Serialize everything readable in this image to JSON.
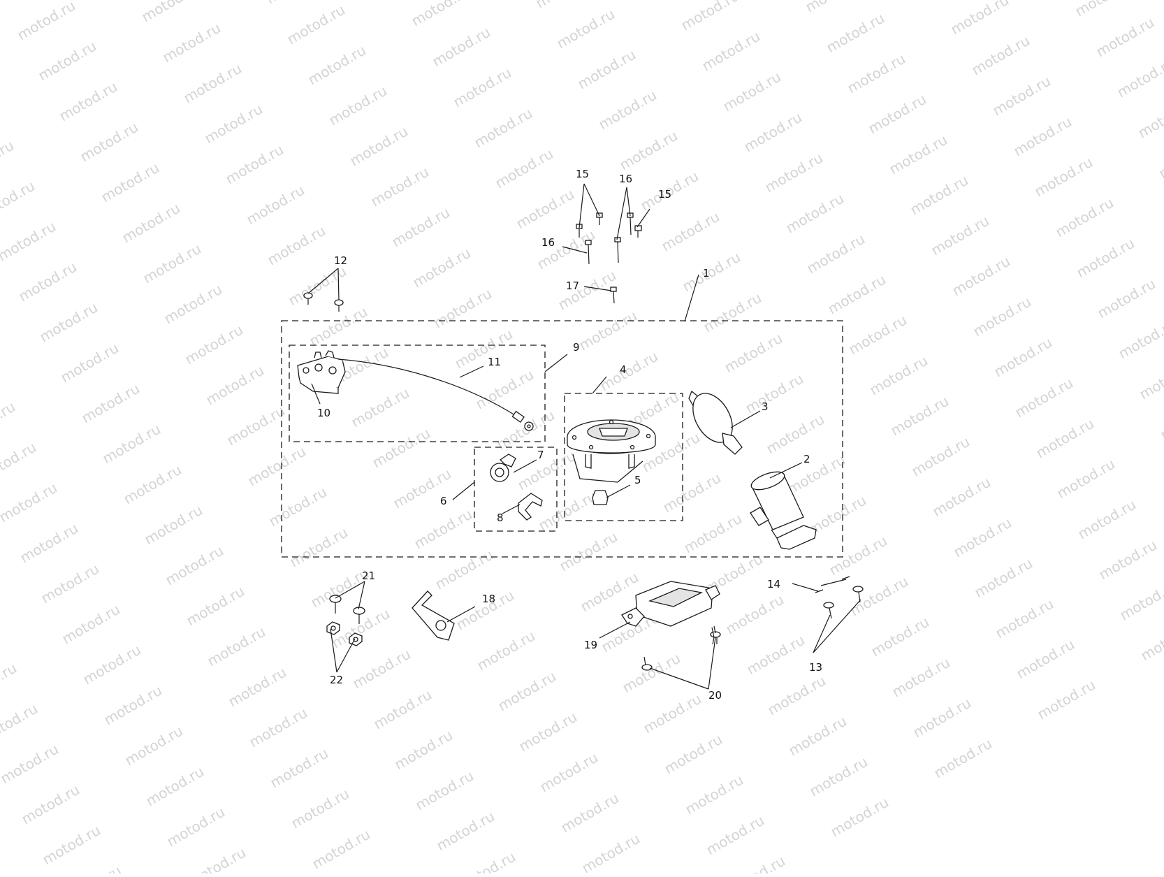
{
  "watermark": {
    "text": "motod.ru",
    "color": "#d4d4d4"
  },
  "colors": {
    "line": "#1a1a1a",
    "background": "#ffffff",
    "part_fill": "#ffffff"
  },
  "callouts": {
    "c1": "1",
    "c2": "2",
    "c3": "3",
    "c4": "4",
    "c5": "5",
    "c6": "6",
    "c7": "7",
    "c8": "8",
    "c9": "9",
    "c10": "10",
    "c11": "11",
    "c12": "12",
    "c13": "13",
    "c14": "14",
    "c15a": "15",
    "c15b": "15",
    "c16a": "16",
    "c16b": "16",
    "c17": "17",
    "c18": "18",
    "c19": "19",
    "c20": "20",
    "c21": "21",
    "c22": "22"
  }
}
